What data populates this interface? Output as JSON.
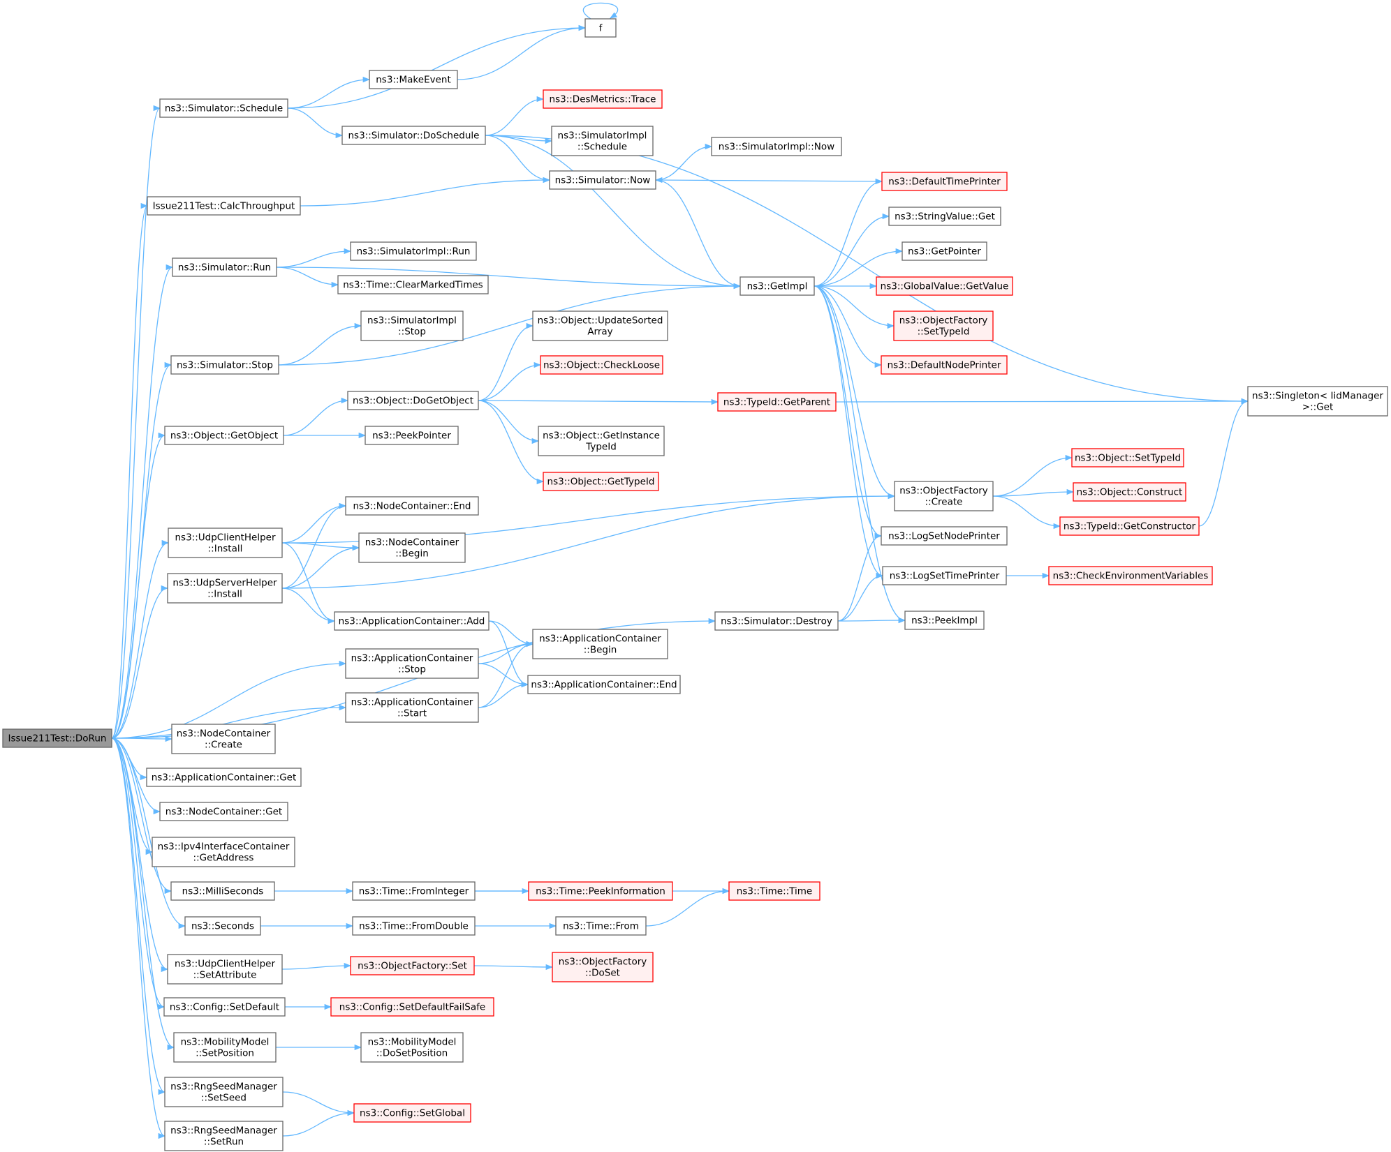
{
  "diagram": {
    "title": "",
    "nodes": [
      {
        "id": "dorun",
        "lines": [
          "Issue211Test::DoRun"
        ],
        "style": "root"
      },
      {
        "id": "f",
        "lines": [
          "f"
        ],
        "style": "normal"
      },
      {
        "id": "schedule",
        "lines": [
          "ns3::Simulator::Schedule"
        ],
        "style": "normal"
      },
      {
        "id": "makeevent",
        "lines": [
          "ns3::MakeEvent"
        ],
        "style": "normal"
      },
      {
        "id": "desmetrics",
        "lines": [
          "ns3::DesMetrics::Trace"
        ],
        "style": "red"
      },
      {
        "id": "doschedule",
        "lines": [
          "ns3::Simulator::DoSchedule"
        ],
        "style": "normal"
      },
      {
        "id": "implschedule",
        "lines": [
          "ns3::SimulatorImpl",
          "::Schedule"
        ],
        "style": "normal"
      },
      {
        "id": "implnow",
        "lines": [
          "ns3::SimulatorImpl::Now"
        ],
        "style": "normal"
      },
      {
        "id": "simnow",
        "lines": [
          "ns3::Simulator::Now"
        ],
        "style": "normal"
      },
      {
        "id": "calcthroughput",
        "lines": [
          "Issue211Test::CalcThroughput"
        ],
        "style": "normal"
      },
      {
        "id": "deftimeprinter",
        "lines": [
          "ns3::DefaultTimePrinter"
        ],
        "style": "red"
      },
      {
        "id": "stringget",
        "lines": [
          "ns3::StringValue::Get"
        ],
        "style": "normal"
      },
      {
        "id": "simrun",
        "lines": [
          "ns3::Simulator::Run"
        ],
        "style": "normal"
      },
      {
        "id": "implrun",
        "lines": [
          "ns3::SimulatorImpl::Run"
        ],
        "style": "normal"
      },
      {
        "id": "getpointer",
        "lines": [
          "ns3::GetPointer"
        ],
        "style": "normal"
      },
      {
        "id": "clearmarked",
        "lines": [
          "ns3::Time::ClearMarkedTimes"
        ],
        "style": "normal"
      },
      {
        "id": "getimpl",
        "lines": [
          "ns3::GetImpl"
        ],
        "style": "normal"
      },
      {
        "id": "globalgetvalue",
        "lines": [
          "ns3::GlobalValue::GetValue"
        ],
        "style": "red"
      },
      {
        "id": "implstop",
        "lines": [
          "ns3::SimulatorImpl",
          "::Stop"
        ],
        "style": "normal"
      },
      {
        "id": "updatesorted",
        "lines": [
          "ns3::Object::UpdateSorted",
          "Array"
        ],
        "style": "normal"
      },
      {
        "id": "ofsettypeid",
        "lines": [
          "ns3::ObjectFactory",
          "::SetTypeId"
        ],
        "style": "red"
      },
      {
        "id": "simstop",
        "lines": [
          "ns3::Simulator::Stop"
        ],
        "style": "normal"
      },
      {
        "id": "checkloose",
        "lines": [
          "ns3::Object::CheckLoose"
        ],
        "style": "red"
      },
      {
        "id": "defnodeprinter",
        "lines": [
          "ns3::DefaultNodePrinter"
        ],
        "style": "red"
      },
      {
        "id": "dogetobject",
        "lines": [
          "ns3::Object::DoGetObject"
        ],
        "style": "normal"
      },
      {
        "id": "getparent",
        "lines": [
          "ns3::TypeId::GetParent"
        ],
        "style": "red"
      },
      {
        "id": "singletonget",
        "lines": [
          "ns3::Singleton< IidManager",
          " >::Get"
        ],
        "style": "normal"
      },
      {
        "id": "getobject",
        "lines": [
          "ns3::Object::GetObject"
        ],
        "style": "normal"
      },
      {
        "id": "peekpointer",
        "lines": [
          "ns3::PeekPointer"
        ],
        "style": "normal"
      },
      {
        "id": "getinstancetypeid",
        "lines": [
          "ns3::Object::GetInstance",
          "TypeId"
        ],
        "style": "normal"
      },
      {
        "id": "objsettypeid",
        "lines": [
          "ns3::Object::SetTypeId"
        ],
        "style": "red"
      },
      {
        "id": "getTypeId",
        "lines": [
          "ns3::Object::GetTypeId"
        ],
        "style": "red"
      },
      {
        "id": "ofcreate",
        "lines": [
          "ns3::ObjectFactory",
          "::Create"
        ],
        "style": "normal"
      },
      {
        "id": "construct",
        "lines": [
          "ns3::Object::Construct"
        ],
        "style": "red"
      },
      {
        "id": "ncend",
        "lines": [
          "ns3::NodeContainer::End"
        ],
        "style": "normal"
      },
      {
        "id": "udpclientinstall",
        "lines": [
          "ns3::UdpClientHelper",
          "::Install"
        ],
        "style": "normal"
      },
      {
        "id": "getconstructor",
        "lines": [
          "ns3::TypeId::GetConstructor"
        ],
        "style": "red"
      },
      {
        "id": "ncbegin",
        "lines": [
          "ns3::NodeContainer",
          "::Begin"
        ],
        "style": "normal"
      },
      {
        "id": "logsetnodeprinter",
        "lines": [
          "ns3::LogSetNodePrinter"
        ],
        "style": "normal"
      },
      {
        "id": "udpserverinstall",
        "lines": [
          "ns3::UdpServerHelper",
          "::Install"
        ],
        "style": "normal"
      },
      {
        "id": "logsettimeprinter",
        "lines": [
          "ns3::LogSetTimePrinter"
        ],
        "style": "normal"
      },
      {
        "id": "checkenv",
        "lines": [
          "ns3::CheckEnvironmentVariables"
        ],
        "style": "red"
      },
      {
        "id": "acadd",
        "lines": [
          "ns3::ApplicationContainer::Add"
        ],
        "style": "normal"
      },
      {
        "id": "simdestroy",
        "lines": [
          "ns3::Simulator::Destroy"
        ],
        "style": "normal"
      },
      {
        "id": "peekimpl",
        "lines": [
          "ns3::PeekImpl"
        ],
        "style": "normal"
      },
      {
        "id": "acbegin",
        "lines": [
          "ns3::ApplicationContainer",
          "::Begin"
        ],
        "style": "normal"
      },
      {
        "id": "acstop",
        "lines": [
          "ns3::ApplicationContainer",
          "::Stop"
        ],
        "style": "normal"
      },
      {
        "id": "acend",
        "lines": [
          "ns3::ApplicationContainer::End"
        ],
        "style": "normal"
      },
      {
        "id": "acstart",
        "lines": [
          "ns3::ApplicationContainer",
          "::Start"
        ],
        "style": "normal"
      },
      {
        "id": "nccreate",
        "lines": [
          "ns3::NodeContainer",
          "::Create"
        ],
        "style": "normal"
      },
      {
        "id": "acget",
        "lines": [
          "ns3::ApplicationContainer::Get"
        ],
        "style": "normal"
      },
      {
        "id": "ncget",
        "lines": [
          "ns3::NodeContainer::Get"
        ],
        "style": "normal"
      },
      {
        "id": "ipv4getaddress",
        "lines": [
          "ns3::Ipv4InterfaceContainer",
          "::GetAddress"
        ],
        "style": "normal"
      },
      {
        "id": "milliseconds",
        "lines": [
          "ns3::MilliSeconds"
        ],
        "style": "normal"
      },
      {
        "id": "frominteger",
        "lines": [
          "ns3::Time::FromInteger"
        ],
        "style": "normal"
      },
      {
        "id": "peekinformation",
        "lines": [
          "ns3::Time::PeekInformation"
        ],
        "style": "red"
      },
      {
        "id": "timetime",
        "lines": [
          "ns3::Time::Time"
        ],
        "style": "red"
      },
      {
        "id": "seconds",
        "lines": [
          "ns3::Seconds"
        ],
        "style": "normal"
      },
      {
        "id": "fromdouble",
        "lines": [
          "ns3::Time::FromDouble"
        ],
        "style": "normal"
      },
      {
        "id": "timefrom",
        "lines": [
          "ns3::Time::From"
        ],
        "style": "normal"
      },
      {
        "id": "udpsetattribute",
        "lines": [
          "ns3::UdpClientHelper",
          "::SetAttribute"
        ],
        "style": "normal"
      },
      {
        "id": "ofset",
        "lines": [
          "ns3::ObjectFactory::Set"
        ],
        "style": "red"
      },
      {
        "id": "ofdoset",
        "lines": [
          "ns3::ObjectFactory",
          "::DoSet"
        ],
        "style": "red"
      },
      {
        "id": "setdefault",
        "lines": [
          "ns3::Config::SetDefault"
        ],
        "style": "normal"
      },
      {
        "id": "setdefaultfailsafe",
        "lines": [
          "ns3::Config::SetDefaultFailSafe"
        ],
        "style": "red"
      },
      {
        "id": "setposition",
        "lines": [
          "ns3::MobilityModel",
          "::SetPosition"
        ],
        "style": "normal"
      },
      {
        "id": "dosetposition",
        "lines": [
          "ns3::MobilityModel",
          "::DoSetPosition"
        ],
        "style": "normal"
      },
      {
        "id": "setseed",
        "lines": [
          "ns3::RngSeedManager",
          "::SetSeed"
        ],
        "style": "normal"
      },
      {
        "id": "setglobal",
        "lines": [
          "ns3::Config::SetGlobal"
        ],
        "style": "red"
      },
      {
        "id": "setrun",
        "lines": [
          "ns3::RngSeedManager",
          "::SetRun"
        ],
        "style": "normal"
      }
    ],
    "edges": [
      [
        "dorun",
        "schedule"
      ],
      [
        "dorun",
        "calcthroughput"
      ],
      [
        "dorun",
        "simrun"
      ],
      [
        "dorun",
        "simstop"
      ],
      [
        "dorun",
        "getobject"
      ],
      [
        "dorun",
        "udpclientinstall"
      ],
      [
        "dorun",
        "udpserverinstall"
      ],
      [
        "dorun",
        "acstop"
      ],
      [
        "dorun",
        "acstart"
      ],
      [
        "dorun",
        "simdestroy"
      ],
      [
        "dorun",
        "nccreate"
      ],
      [
        "dorun",
        "acget"
      ],
      [
        "dorun",
        "ncget"
      ],
      [
        "dorun",
        "ipv4getaddress"
      ],
      [
        "dorun",
        "milliseconds"
      ],
      [
        "dorun",
        "seconds"
      ],
      [
        "dorun",
        "udpsetattribute"
      ],
      [
        "dorun",
        "setdefault"
      ],
      [
        "dorun",
        "setposition"
      ],
      [
        "dorun",
        "setseed"
      ],
      [
        "dorun",
        "setrun"
      ],
      [
        "schedule",
        "f"
      ],
      [
        "schedule",
        "makeevent"
      ],
      [
        "schedule",
        "doschedule"
      ],
      [
        "makeevent",
        "f"
      ],
      [
        "f",
        "f"
      ],
      [
        "doschedule",
        "singletonget"
      ],
      [
        "doschedule",
        "desmetrics"
      ],
      [
        "doschedule",
        "implschedule"
      ],
      [
        "doschedule",
        "simnow"
      ],
      [
        "doschedule",
        "getimpl"
      ],
      [
        "simnow",
        "implnow"
      ],
      [
        "simnow",
        "getimpl"
      ],
      [
        "calcthroughput",
        "simnow"
      ],
      [
        "deftimeprinter",
        "simnow"
      ],
      [
        "simrun",
        "getimpl"
      ],
      [
        "simrun",
        "implrun"
      ],
      [
        "simrun",
        "clearmarked"
      ],
      [
        "simstop",
        "implstop"
      ],
      [
        "simstop",
        "getimpl"
      ],
      [
        "getimpl",
        "deftimeprinter"
      ],
      [
        "getimpl",
        "stringget"
      ],
      [
        "getimpl",
        "getpointer"
      ],
      [
        "getimpl",
        "globalgetvalue"
      ],
      [
        "getimpl",
        "ofsettypeid"
      ],
      [
        "getimpl",
        "defnodeprinter"
      ],
      [
        "getimpl",
        "ofcreate"
      ],
      [
        "getimpl",
        "logsetnodeprinter"
      ],
      [
        "getimpl",
        "logsettimeprinter"
      ],
      [
        "getimpl",
        "peekimpl"
      ],
      [
        "getobject",
        "dogetobject"
      ],
      [
        "getobject",
        "peekpointer"
      ],
      [
        "dogetobject",
        "updatesorted"
      ],
      [
        "dogetobject",
        "checkloose"
      ],
      [
        "dogetobject",
        "getparent"
      ],
      [
        "dogetobject",
        "getinstancetypeid"
      ],
      [
        "dogetobject",
        "getTypeId"
      ],
      [
        "getparent",
        "singletonget"
      ],
      [
        "ofcreate",
        "objsettypeid"
      ],
      [
        "ofcreate",
        "construct"
      ],
      [
        "ofcreate",
        "getconstructor"
      ],
      [
        "getconstructor",
        "singletonget"
      ],
      [
        "udpclientinstall",
        "ofcreate"
      ],
      [
        "udpclientinstall",
        "ncend"
      ],
      [
        "udpclientinstall",
        "ncbegin"
      ],
      [
        "udpclientinstall",
        "acadd"
      ],
      [
        "udpserverinstall",
        "ncend"
      ],
      [
        "udpserverinstall",
        "ncbegin"
      ],
      [
        "udpserverinstall",
        "ofcreate"
      ],
      [
        "udpserverinstall",
        "acadd"
      ],
      [
        "acadd",
        "acbegin"
      ],
      [
        "acadd",
        "acend"
      ],
      [
        "acstop",
        "acbegin"
      ],
      [
        "acstop",
        "acend"
      ],
      [
        "acstart",
        "acbegin"
      ],
      [
        "acstart",
        "acend"
      ],
      [
        "simdestroy",
        "logsetnodeprinter"
      ],
      [
        "simdestroy",
        "logsettimeprinter"
      ],
      [
        "simdestroy",
        "peekimpl"
      ],
      [
        "logsettimeprinter",
        "checkenv"
      ],
      [
        "milliseconds",
        "frominteger"
      ],
      [
        "frominteger",
        "peekinformation"
      ],
      [
        "frominteger",
        "timetime"
      ],
      [
        "seconds",
        "fromdouble"
      ],
      [
        "fromdouble",
        "timefrom"
      ],
      [
        "timefrom",
        "timetime"
      ],
      [
        "udpsetattribute",
        "ofset"
      ],
      [
        "ofset",
        "ofdoset"
      ],
      [
        "setdefault",
        "setdefaultfailsafe"
      ],
      [
        "setposition",
        "dosetposition"
      ],
      [
        "setseed",
        "setglobal"
      ],
      [
        "setrun",
        "setglobal"
      ]
    ],
    "colors": {
      "edge": "#63b8ff",
      "node_border": "#666666",
      "node_fill": "#ffffff",
      "red_border": "#ff0000",
      "red_fill": "#fff0f0",
      "root_fill": "#999999"
    }
  }
}
